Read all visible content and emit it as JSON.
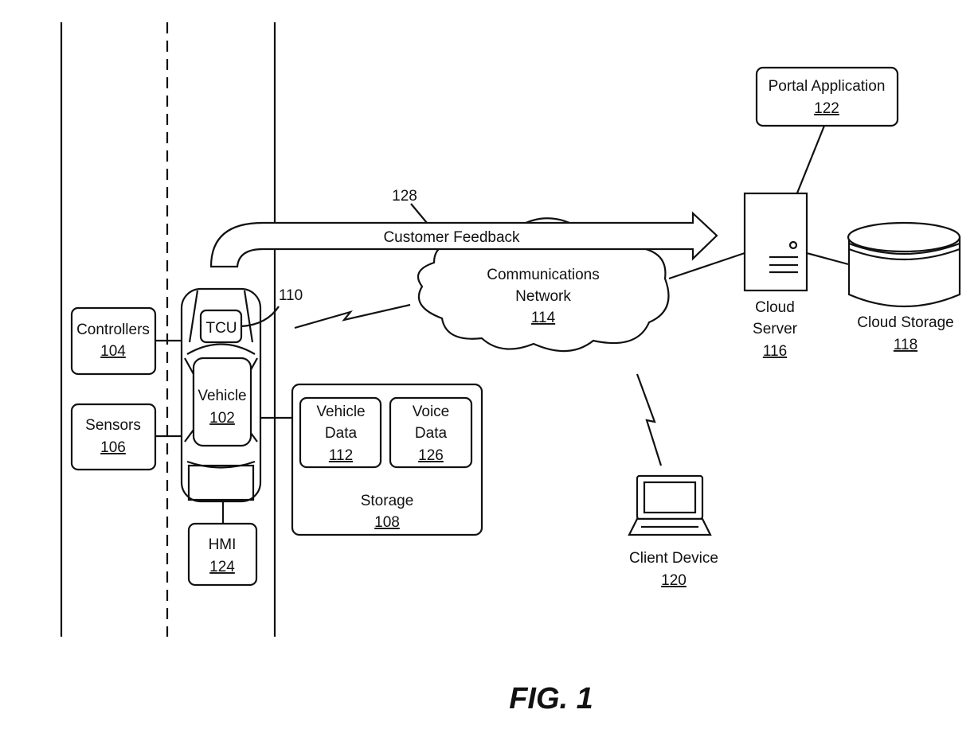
{
  "figure_label": "FIG. 1",
  "nodes": {
    "controllers": {
      "label": "Controllers",
      "ref": "104"
    },
    "sensors": {
      "label": "Sensors",
      "ref": "106"
    },
    "tcu": {
      "label": "TCU",
      "ref": "110"
    },
    "vehicle": {
      "label": "Vehicle",
      "ref": "102"
    },
    "hmi": {
      "label": "HMI",
      "ref": "124"
    },
    "storage": {
      "label": "Storage",
      "ref": "108"
    },
    "vehicle_data": {
      "line1": "Vehicle",
      "line2": "Data",
      "ref": "112"
    },
    "voice_data": {
      "line1": "Voice",
      "line2": "Data",
      "ref": "126"
    },
    "network": {
      "line1": "Communications",
      "line2": "Network",
      "ref": "114"
    },
    "feedback": {
      "label": "Customer Feedback",
      "ref": "128"
    },
    "portal": {
      "label": "Portal Application",
      "ref": "122"
    },
    "server": {
      "line1": "Cloud",
      "line2": "Server",
      "ref": "116"
    },
    "cloud_storage": {
      "label": "Cloud Storage",
      "ref": "118"
    },
    "client": {
      "label": "Client Device",
      "ref": "120"
    }
  }
}
